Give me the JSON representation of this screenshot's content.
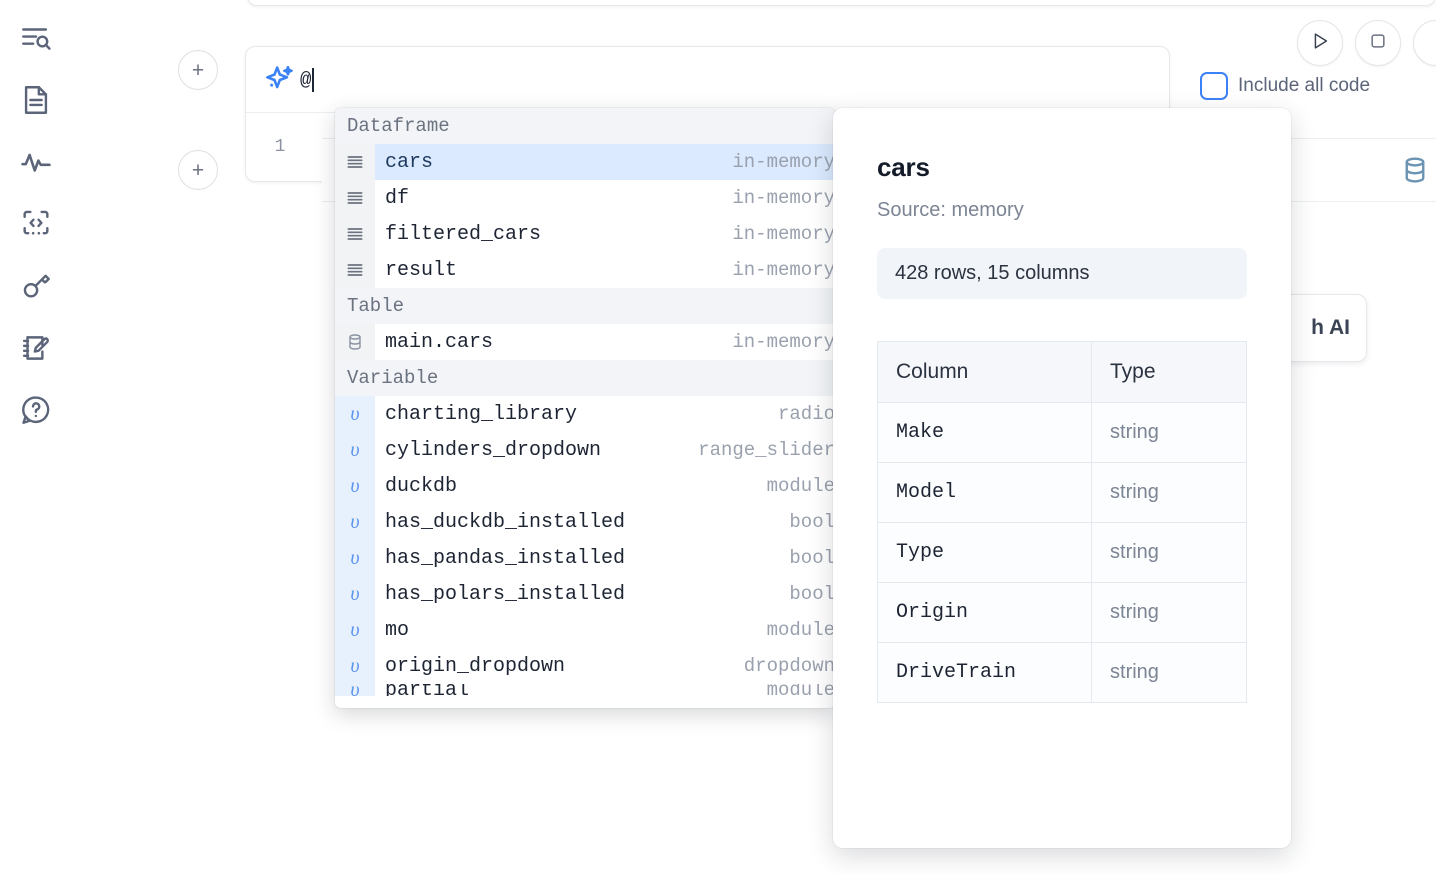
{
  "sidebar": {
    "items": [
      {
        "name": "explore-search-icon",
        "label": "Explore"
      },
      {
        "name": "document-outline-icon",
        "label": "Outline"
      },
      {
        "name": "activity-variables-icon",
        "label": "Variables"
      },
      {
        "name": "code-snippets-icon",
        "label": "Snippets"
      },
      {
        "name": "key-secrets-icon",
        "label": "Secrets"
      },
      {
        "name": "scratchpad-edit-icon",
        "label": "Scratchpad"
      },
      {
        "name": "help-chat-icon",
        "label": "Help"
      }
    ]
  },
  "toolbar": {
    "add_cell_label": "+",
    "run_label": "Run",
    "stop_label": "Stop",
    "include_all_code_label": "Include all code",
    "include_all_code_checked": false,
    "database_icon": "database-icon",
    "markdown_icon": "markdown-icon",
    "ai_float_label": "h AI"
  },
  "ai_cell": {
    "sparkle_icon": "sparkle-icon",
    "prompt_value": "@",
    "prompt_placeholder": "",
    "line_number": "1"
  },
  "autocomplete": {
    "groups": [
      {
        "label": "Dataframe",
        "icon": "dataframe-icon",
        "icon_kind": "lines",
        "items": [
          {
            "name": "cars",
            "type": "in-memory",
            "selected": true
          },
          {
            "name": "df",
            "type": "in-memory",
            "selected": false
          },
          {
            "name": "filtered_cars",
            "type": "in-memory",
            "selected": false
          },
          {
            "name": "result",
            "type": "in-memory",
            "selected": false
          }
        ]
      },
      {
        "label": "Table",
        "icon": "table-database-icon",
        "icon_kind": "db",
        "items": [
          {
            "name": "main.cars",
            "type": "in-memory",
            "selected": false
          }
        ]
      },
      {
        "label": "Variable",
        "icon": "variable-icon",
        "icon_kind": "var",
        "items": [
          {
            "name": "charting_library",
            "type": "radio",
            "selected": false
          },
          {
            "name": "cylinders_dropdown",
            "type": "range_slider",
            "selected": false
          },
          {
            "name": "duckdb",
            "type": "module",
            "selected": false
          },
          {
            "name": "has_duckdb_installed",
            "type": "bool",
            "selected": false
          },
          {
            "name": "has_pandas_installed",
            "type": "bool",
            "selected": false
          },
          {
            "name": "has_polars_installed",
            "type": "bool",
            "selected": false
          },
          {
            "name": "mo",
            "type": "module",
            "selected": false
          },
          {
            "name": "origin_dropdown",
            "type": "dropdown",
            "selected": false
          },
          {
            "name": "partial",
            "type": "module",
            "selected": false,
            "partial": true
          }
        ]
      }
    ]
  },
  "doc_panel": {
    "title": "cars",
    "source": "Source: memory",
    "shape": "428 rows, 15 columns",
    "columns_header": "Column",
    "type_header": "Type",
    "rows": [
      {
        "column": "Make",
        "type": "string"
      },
      {
        "column": "Model",
        "type": "string"
      },
      {
        "column": "Type",
        "type": "string"
      },
      {
        "column": "Origin",
        "type": "string"
      },
      {
        "column": "DriveTrain",
        "type": "string"
      }
    ]
  },
  "colors": {
    "accent_blue": "#3b82f6",
    "selected_row_bg": "#dbeafe",
    "group_header_bg": "#f2f4f7",
    "icon_gutter_bg": "#f1f3f5",
    "variable_gutter_bg": "#e7f1fd",
    "db_icon": "#6b93b2"
  }
}
